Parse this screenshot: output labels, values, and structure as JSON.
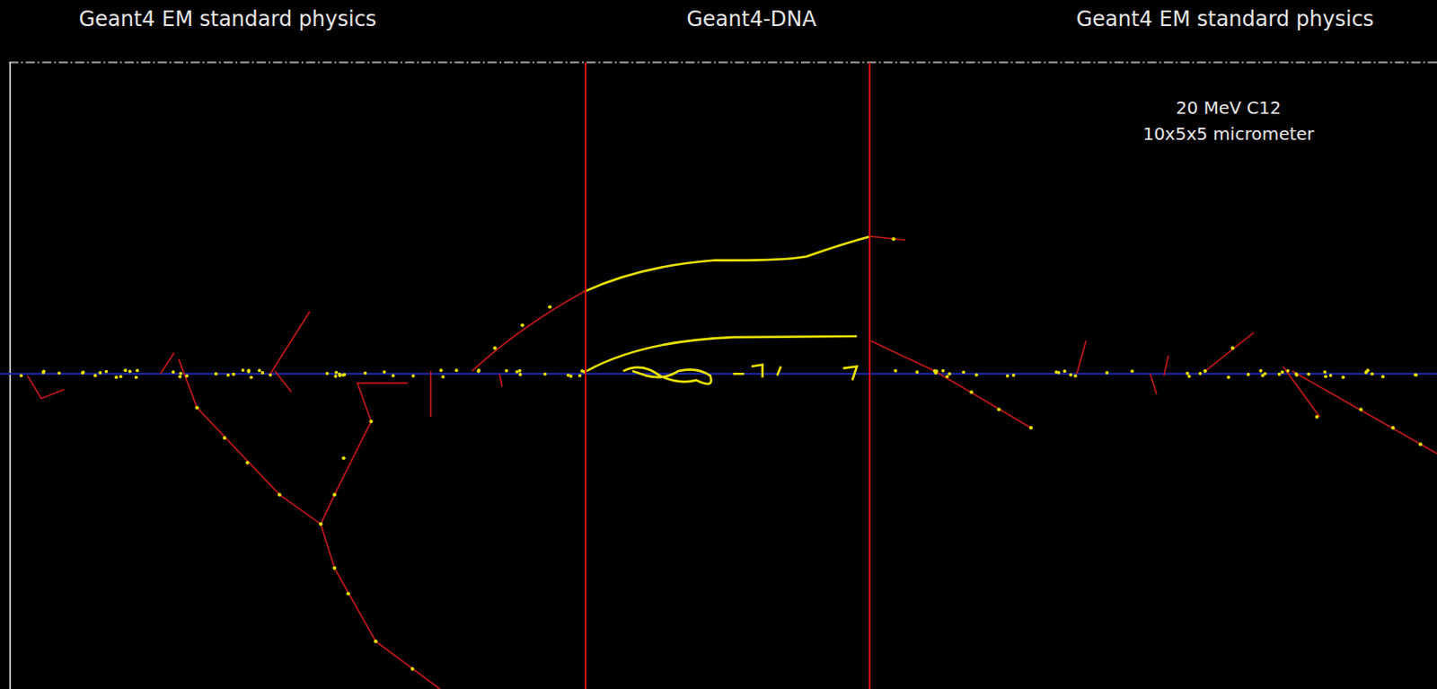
{
  "diagram": {
    "nodes": [
      {
        "text": [
          "Geant4 EM standard physics"
        ]
      },
      {
        "text": [
          "Geant4-DNA"
        ]
      },
      {
        "text": [
          "Geant4 EM standard physics"
        ]
      }
    ],
    "labels": [
      "20 MeV C12",
      "10x5x5 micrometer"
    ]
  }
}
